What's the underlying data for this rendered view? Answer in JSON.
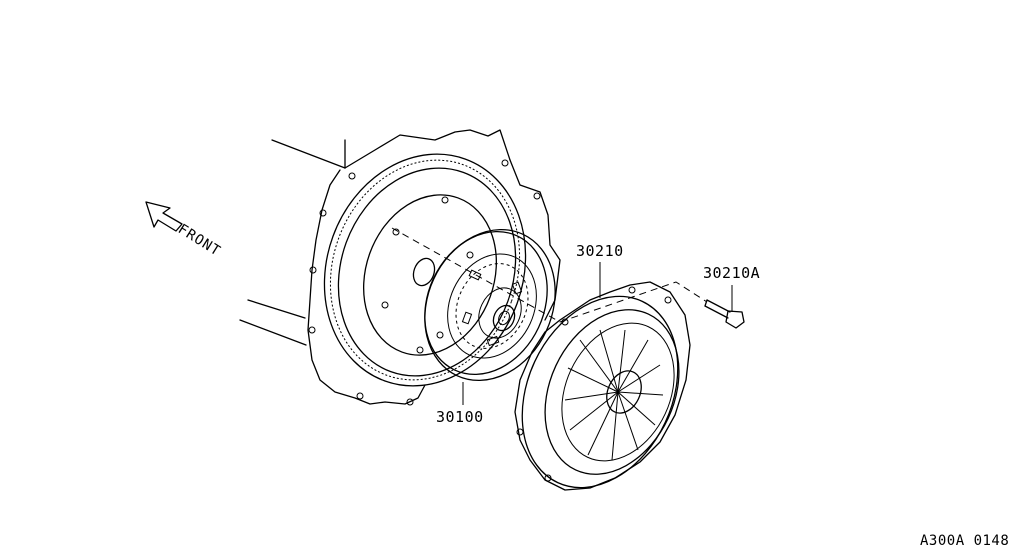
{
  "direction_label": "FRONT",
  "callouts": {
    "clutch_disc": "30100",
    "clutch_cover": "30210",
    "cover_bolt": "30210A"
  },
  "diagram_code": "A300A 0148"
}
